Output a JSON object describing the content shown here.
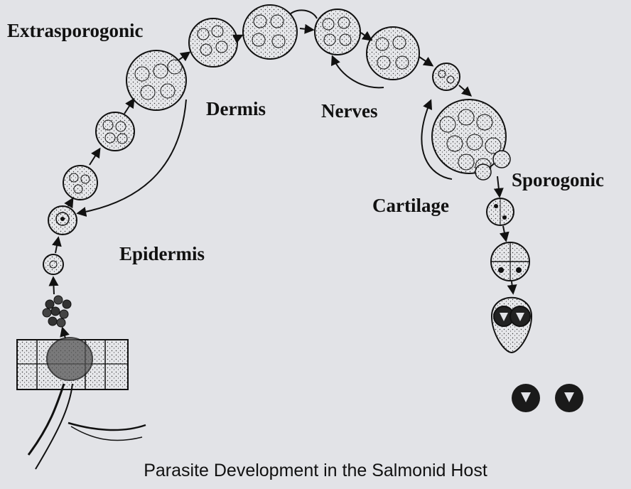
{
  "labels": {
    "extrasporogonic": "Extrasporogonic",
    "dermis": "Dermis",
    "nerves": "Nerves",
    "sporogonic": "Sporogonic",
    "cartilage": "Cartilage",
    "epidermis": "Epidermis"
  },
  "caption": "Parasite Development in the Salmonid Host",
  "colors": {
    "background": "#e2e3e7",
    "ink": "#111111"
  }
}
